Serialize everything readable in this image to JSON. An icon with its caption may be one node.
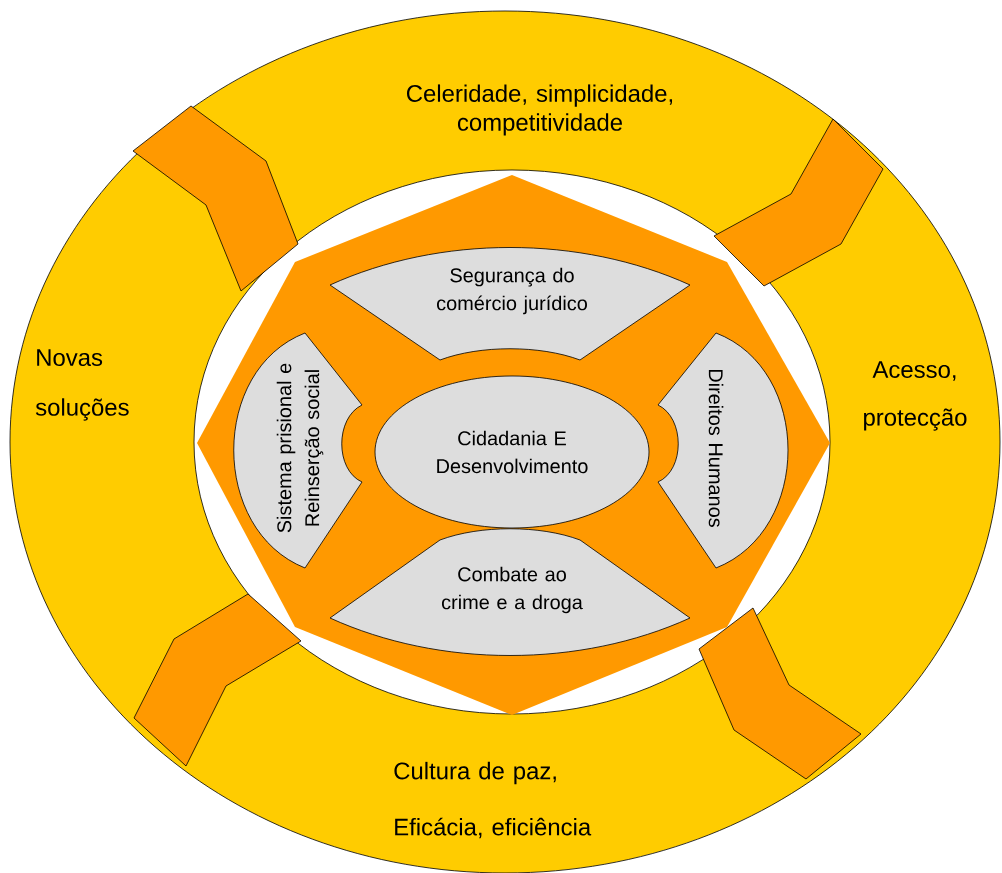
{
  "diagram": {
    "nodes": [
      {
        "text": [
          "Celeridade, simplicidade, competitividade",
          "Novas soluções",
          "Acesso, protecção",
          "Cultura de paz,",
          "Eficácia, eficiência"
        ]
      },
      {
        "text": [],
        "shape": "octagon",
        "in": 0
      },
      {
        "text": [
          "Segurança do comércio jurídico"
        ],
        "in": 1
      },
      {
        "text": [
          "Sistema prisional e Reinserção social"
        ],
        "in": 1
      },
      {
        "text": [
          "Cidadania E Desenvolvimento"
        ],
        "in": 1
      },
      {
        "text": [
          "Direitos Humanos"
        ],
        "in": 1
      },
      {
        "text": [
          "Combate ao crime e a droga"
        ],
        "in": 1
      }
    ]
  }
}
